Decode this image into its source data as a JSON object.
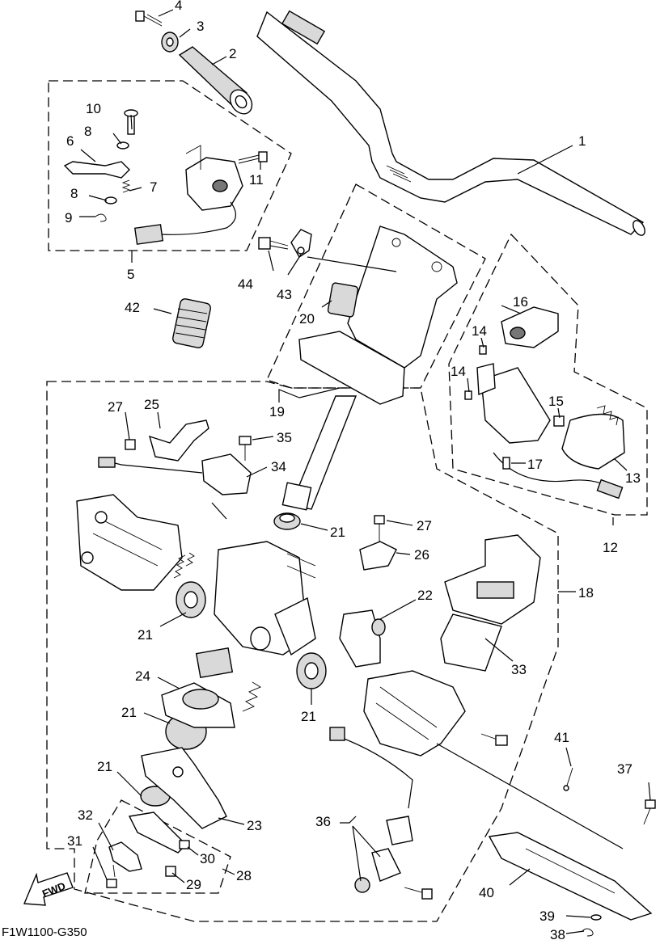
{
  "diagram_code": "F1W1100-G350",
  "direction_label": "FWD",
  "callouts": {
    "c1": "1",
    "c2": "2",
    "c3": "3",
    "c4": "4",
    "c5": "5",
    "c6": "6",
    "c7": "7",
    "c8a": "8",
    "c8b": "8",
    "c9": "9",
    "c10": "10",
    "c11": "11",
    "c12": "12",
    "c13": "13",
    "c14a": "14",
    "c14b": "14",
    "c15": "15",
    "c16": "16",
    "c17": "17",
    "c18": "18",
    "c19": "19",
    "c20": "20",
    "c21a": "21",
    "c21b": "21",
    "c21c": "21",
    "c21d": "21",
    "c21e": "21",
    "c22": "22",
    "c23": "23",
    "c24": "24",
    "c25": "25",
    "c26": "26",
    "c27a": "27",
    "c27b": "27",
    "c28": "28",
    "c29": "29",
    "c30": "30",
    "c31": "31",
    "c32": "32",
    "c33": "33",
    "c34": "34",
    "c35": "35",
    "c36": "36",
    "c37": "37",
    "c38": "38",
    "c39": "39",
    "c40": "40",
    "c41": "41",
    "c42": "42",
    "c43": "43",
    "c44": "44"
  }
}
